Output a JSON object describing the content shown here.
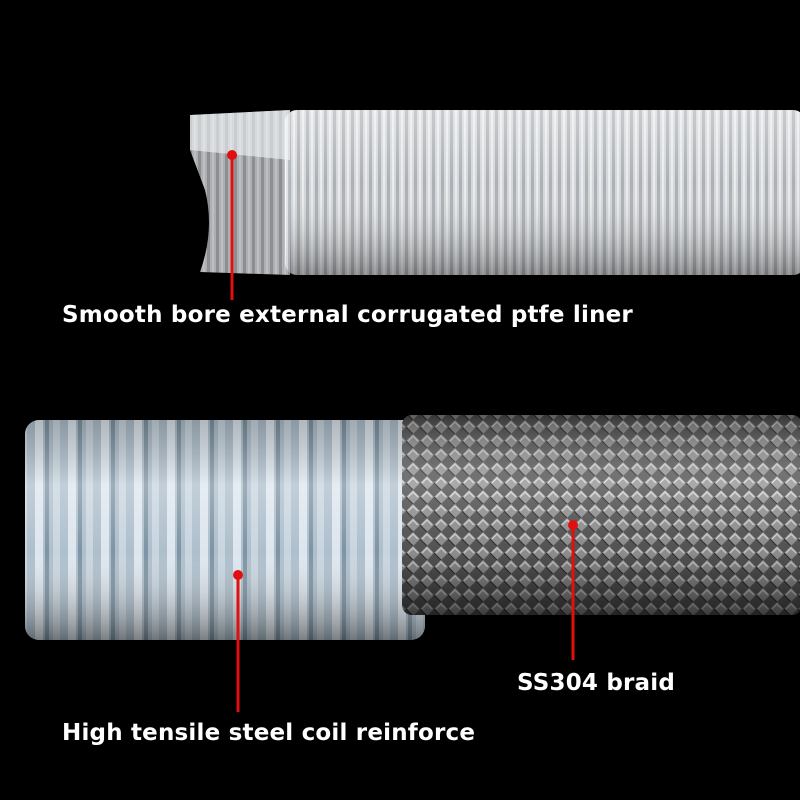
{
  "labels": {
    "liner": "Smooth bore external corrugated ptfe liner",
    "braid": "SS304 braid",
    "coil": "High tensile steel coil reinforce"
  },
  "colors": {
    "background": "#000000",
    "pointer": "#e01010",
    "text": "#ffffff"
  }
}
